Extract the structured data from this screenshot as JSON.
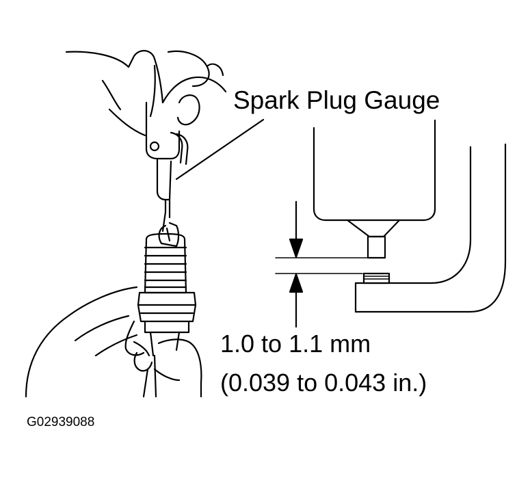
{
  "labels": {
    "tool_name": "Spark Plug Gauge",
    "gap_metric": "1.0 to 1.1 mm",
    "gap_imperial": "(0.039 to 0.043 in.)",
    "figure_code": "G02939088"
  },
  "colors": {
    "ink": "#000000",
    "background": "#ffffff"
  }
}
